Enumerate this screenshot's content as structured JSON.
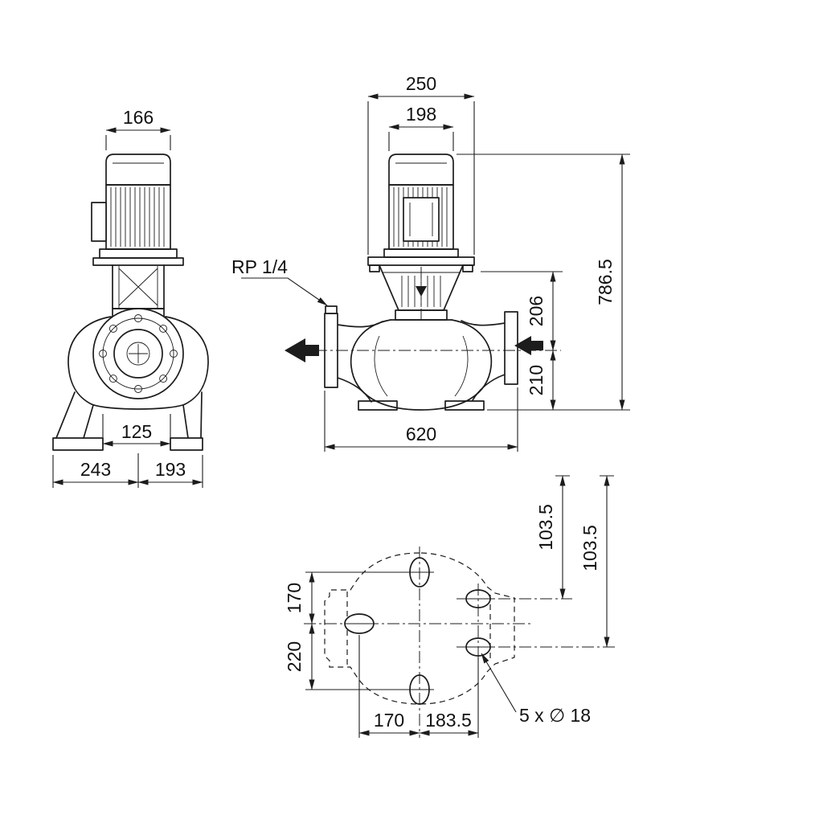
{
  "drawing": {
    "side_view": {
      "motor_width": "166",
      "port_gap": "125",
      "base_left": "243",
      "base_right": "193"
    },
    "front_view": {
      "flange_width": "250",
      "motor_width": "198",
      "plug_label": "RP 1/4",
      "total_height": "786.5",
      "flange_to_port": "206",
      "port_to_base": "210",
      "overall_width": "620"
    },
    "plan_view": {
      "top_to_center": "170",
      "center_to_bottom": "220",
      "hole_offset_right_top": "103.5",
      "hole_offset_right_bottom": "103.5",
      "center_to_left_hole": "170",
      "center_to_right_hole": "183.5",
      "holes_label": "5 x ∅ 18"
    }
  }
}
